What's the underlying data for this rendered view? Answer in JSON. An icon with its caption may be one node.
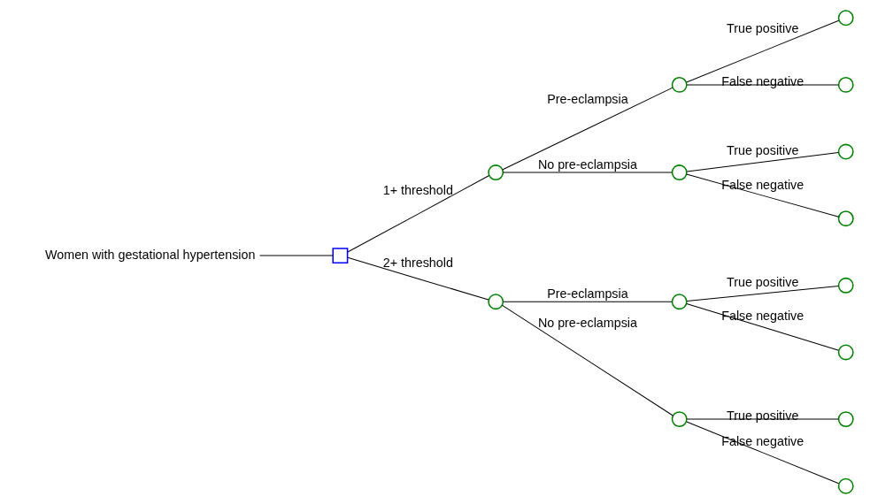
{
  "diagram": {
    "nodes": [
      {
        "text": [
          "Women with gestational hypertension"
        ]
      },
      {
        "text": [],
        "shape": "box"
      },
      {
        "text": [],
        "shape": "circle"
      },
      {
        "text": [],
        "shape": "circle"
      },
      {
        "text": [],
        "shape": "circle"
      },
      {
        "text": [],
        "shape": "circle"
      },
      {
        "text": [],
        "shape": "circle"
      },
      {
        "text": [],
        "shape": "circle"
      },
      {
        "text": [],
        "shape": "circle"
      },
      {
        "text": [],
        "shape": "circle"
      },
      {
        "text": [],
        "shape": "circle"
      },
      {
        "text": [],
        "shape": "circle"
      },
      {
        "text": [],
        "shape": "circle"
      },
      {
        "text": [],
        "shape": "circle"
      },
      {
        "text": [],
        "shape": "circle"
      },
      {
        "text": [],
        "shape": "circle"
      }
    ],
    "edges": [
      {
        "from": 0,
        "to": 1,
        "arrow": "none"
      },
      {
        "from": 1,
        "to": 2,
        "arrow": "none",
        "label": "1+ threshold"
      },
      {
        "from": 1,
        "to": 3,
        "arrow": "none",
        "label": "2+ threshold"
      },
      {
        "from": 2,
        "to": 4,
        "arrow": "none",
        "label": "Pre-eclampsia"
      },
      {
        "from": 2,
        "to": 5,
        "arrow": "none",
        "label": "No pre-eclampsia"
      },
      {
        "from": 3,
        "to": 6,
        "arrow": "none",
        "label": "Pre-eclampsia"
      },
      {
        "from": 3,
        "to": 7,
        "arrow": "none",
        "label": "No pre-eclampsia"
      },
      {
        "from": 4,
        "to": 8,
        "arrow": "none",
        "label": "True positive"
      },
      {
        "from": 4,
        "to": 9,
        "arrow": "none",
        "label": "False negative"
      },
      {
        "from": 5,
        "to": 10,
        "arrow": "none",
        "label": "True positive"
      },
      {
        "from": 5,
        "to": 11,
        "arrow": "none",
        "label": "False negative"
      },
      {
        "from": 6,
        "to": 12,
        "arrow": "none",
        "label": "True positive"
      },
      {
        "from": 6,
        "to": 13,
        "arrow": "none",
        "label": "False negative"
      },
      {
        "from": 7,
        "to": 14,
        "arrow": "none",
        "label": "True positive"
      },
      {
        "from": 7,
        "to": 15,
        "arrow": "none",
        "label": "False negative"
      }
    ]
  }
}
